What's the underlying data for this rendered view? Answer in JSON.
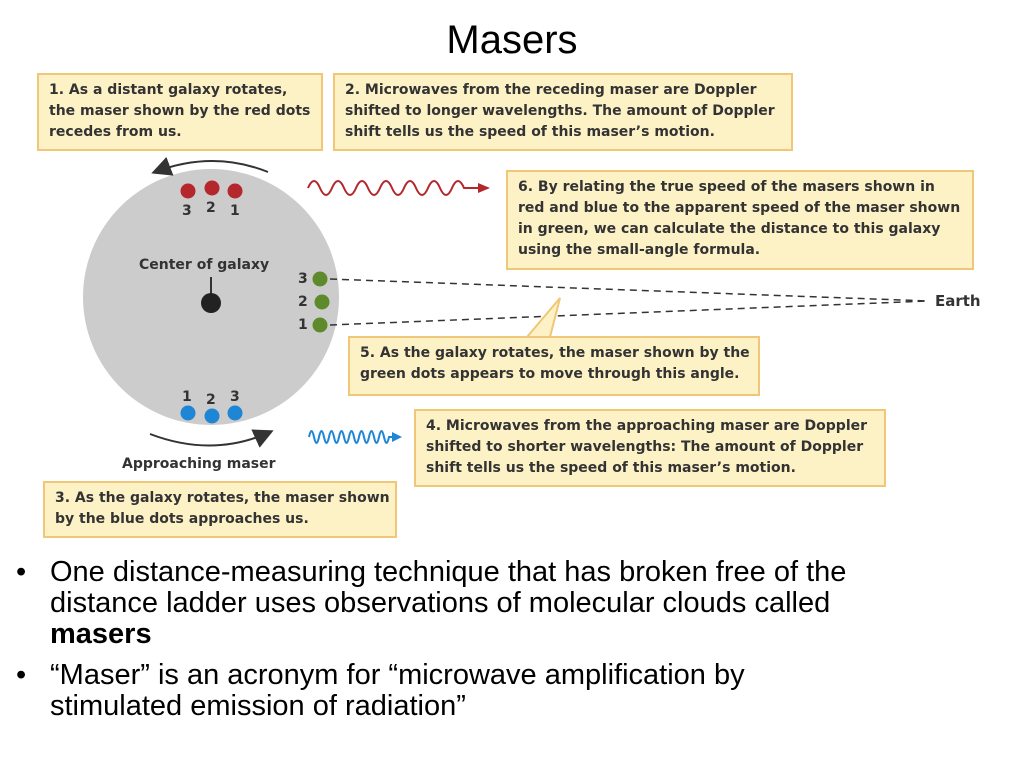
{
  "title": "Masers",
  "boxes": {
    "box1": [
      "1. As a distant galaxy rotates,",
      "the maser shown by the red dots",
      "recedes from us."
    ],
    "box2": [
      "2. Microwaves from the receding maser are Doppler",
      "shifted to longer wavelengths. The amount of Doppler",
      "shift tells us the speed of this maser’s motion."
    ],
    "box3": [
      "3. As the galaxy rotates, the maser shown",
      "by the blue dots approaches us."
    ],
    "box4": [
      "4. Microwaves from the approaching maser are Doppler",
      "shifted to shorter wavelengths: The amount of Doppler",
      "shift tells us the speed of this maser’s motion."
    ],
    "box5": [
      "5. As the galaxy rotates, the maser shown by the",
      "green dots appears to move through this angle."
    ],
    "box6": [
      "6. By relating the true speed of the masers shown in",
      "red and blue to the apparent speed of the maser shown",
      "in green, we can calculate the distance to this galaxy",
      "using the small-angle formula."
    ]
  },
  "diagram": {
    "center_label": "Center of galaxy",
    "approaching_label": "Approaching maser",
    "earth_label": "Earth",
    "red_numbers": [
      "3",
      "2",
      "1"
    ],
    "green_numbers": [
      "3",
      "2",
      "1"
    ],
    "blue_numbers": [
      "1",
      "2",
      "3"
    ],
    "colors": {
      "galaxy": "#cccccc",
      "red_maser": "#b3272d",
      "green_maser": "#5f8a2b",
      "blue_maser": "#1f86d6",
      "box_fill": "#fdf1c6",
      "box_border": "#f0c779"
    }
  },
  "bullets": {
    "b1_line1": "One distance-measuring technique that has broken free of the",
    "b1_line2": "distance ladder uses observations of molecular clouds called",
    "b1_bold": "masers",
    "b2_line1": "“Maser” is an acronym for “microwave amplification by",
    "b2_line2": "stimulated emission of radiation”",
    "marker": "•"
  }
}
